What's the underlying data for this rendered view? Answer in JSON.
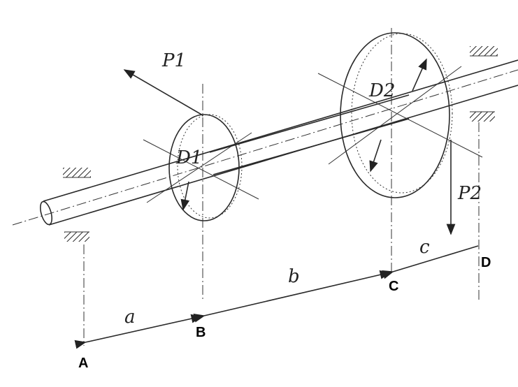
{
  "forces": {
    "p1": "P1",
    "p2": "P2"
  },
  "gears": {
    "d1": "D1",
    "d2": "D2"
  },
  "dimensions": {
    "a": "a",
    "b": "b",
    "c": "c"
  },
  "points": {
    "a": "A",
    "b": "B",
    "c": "C",
    "d": "D"
  }
}
